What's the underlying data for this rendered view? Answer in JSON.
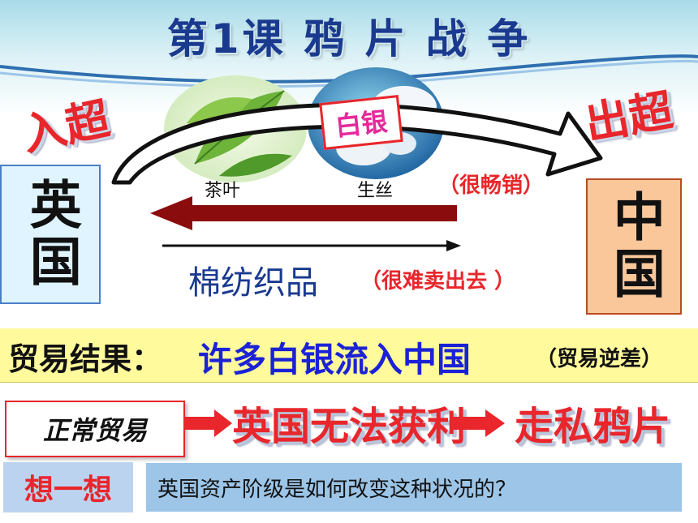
{
  "title": "第1课  鸦 片 战 争",
  "labels": {
    "in_excess": "入超",
    "out_excess": "出超",
    "silver": "白银"
  },
  "countries": {
    "britain": "英国",
    "china": "中国"
  },
  "goods": {
    "tea": "茶叶",
    "silk": "生丝",
    "cotton": "棉纺织品"
  },
  "notes": {
    "sells_well": "（很畅销）",
    "hard_to_sell": "（很难卖出去 ）"
  },
  "result": {
    "label": "贸易结果：",
    "text": "许多白银流入中国",
    "note": "（贸易逆差）"
  },
  "flow": {
    "step1": "正常贸易",
    "step2": "英国无法获利",
    "step3": "走私鸦片"
  },
  "think": {
    "label": "想一想",
    "question": "英国资产阶级是如何改变这种状况的？"
  },
  "colors": {
    "title": "#1a3a8f",
    "accent_red": "#e8262b",
    "dark_red_arrow": "#8b0c0c",
    "result_bg": "#fffa9c",
    "question_bg": "#9cc5e8"
  }
}
